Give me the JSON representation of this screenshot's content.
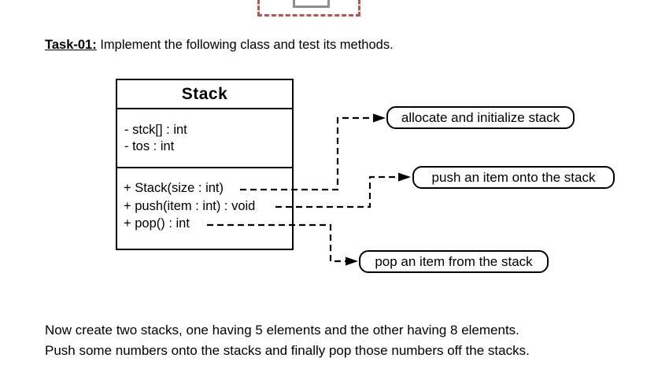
{
  "task_heading": {
    "label": "Task-01:",
    "text": " Implement the following class and test its methods."
  },
  "uml_class": {
    "title": "Stack",
    "attributes": [
      "- stck[] : int",
      "- tos : int"
    ],
    "methods": [
      "+ Stack(size : int)",
      "+ push(item : int) : void",
      "+ pop() : int"
    ]
  },
  "callouts": [
    {
      "id": "allocate",
      "label": "allocate and initialize stack"
    },
    {
      "id": "push",
      "label": "push an item onto the stack"
    },
    {
      "id": "pop",
      "label": "pop an item from the stack"
    }
  ],
  "footer": {
    "line1": "Now create two stacks, one having 5 elements and the other having 8 elements.",
    "line2": "Push some numbers onto the stacks and finally pop those numbers off the stacks."
  },
  "colors": {
    "selection_dashed_red": "#b85450",
    "handle_gray": "#8f8f8f",
    "diagram_line": "#000000",
    "background": "#ffffff"
  }
}
